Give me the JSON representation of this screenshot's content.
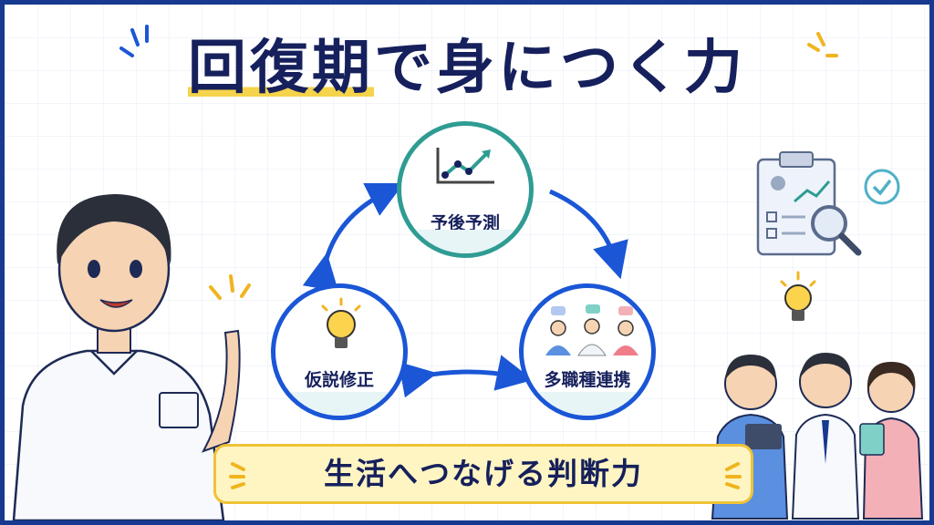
{
  "title": {
    "highlight": "回復期",
    "rest": "で身につく力"
  },
  "cycle": {
    "top": {
      "label": "予後予測",
      "icon": "line-chart-icon"
    },
    "left": {
      "label": "仮説修正",
      "icon": "lightbulb-icon"
    },
    "right": {
      "label": "多職種連携",
      "icon": "team-people-icon"
    }
  },
  "banner": {
    "text": "生活へつなげる判断力"
  },
  "illustrations": [
    "nurse-pointing",
    "clipboard-chart-icon",
    "magnifier-icon",
    "checkmark-icon",
    "lightbulb-icon",
    "medical-team"
  ],
  "colors": {
    "navy": "#16205c",
    "blue": "#1a56d6",
    "teal": "#2f9c93",
    "yellow": "#f5d34a",
    "frame": "#17398f"
  }
}
